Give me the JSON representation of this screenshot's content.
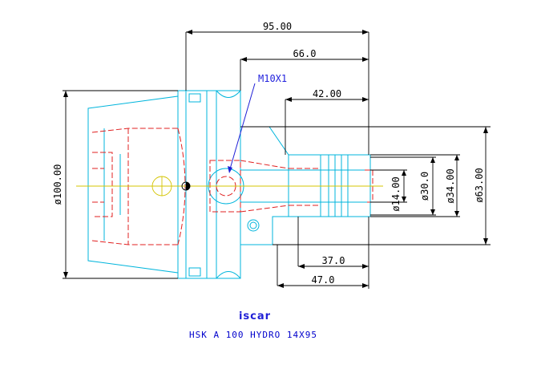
{
  "dimensions": {
    "overall_length": "95.00",
    "length_66": "66.0",
    "length_42": "42.00",
    "length_37": "37.0",
    "length_47": "47.0",
    "dia_100": "ø100.00",
    "dia_14": "ø14.00",
    "dia_30": "ø30.0",
    "dia_34": "ø34.00",
    "dia_63": "ø63.00"
  },
  "callouts": {
    "thread": "M10X1"
  },
  "logo": {
    "text": "iscar"
  },
  "caption": "HSK A 100 HYDRO 14X95",
  "colors": {
    "outline": "#00b5dc",
    "hidden": "#e02020",
    "dimension": "#000000",
    "centerline": "#d4c400",
    "callout": "#1f1fd6"
  }
}
